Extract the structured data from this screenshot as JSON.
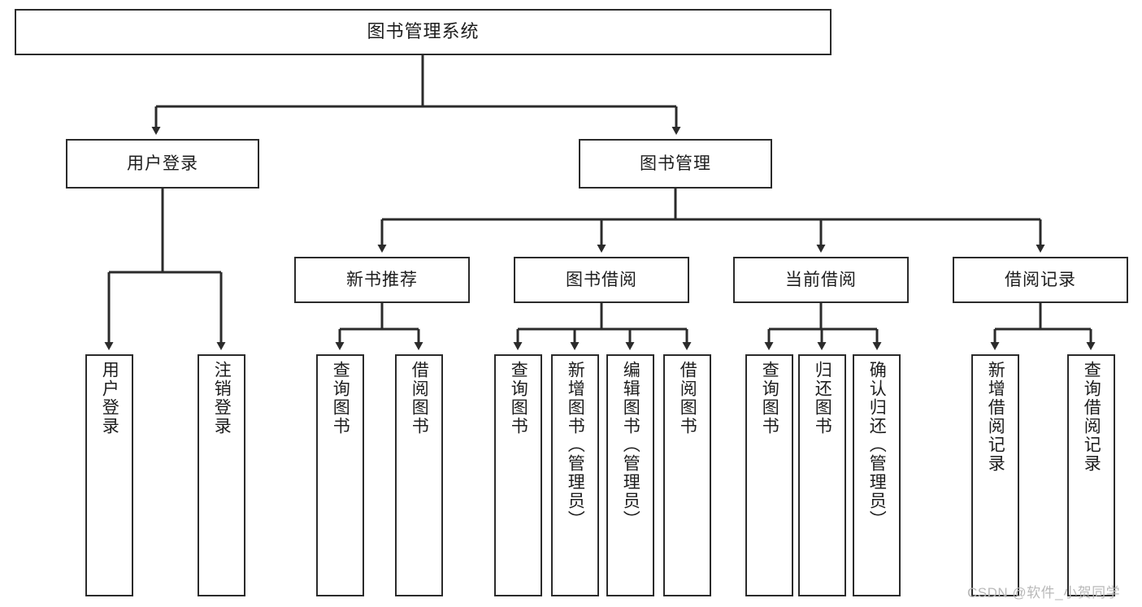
{
  "diagram": {
    "title": "图书管理系统",
    "type": "tree-hierarchy-chart",
    "watermark": "CSDN @软件_小贺同学",
    "colors": {
      "stroke": "#2b2b2b",
      "fill": "#ffffff",
      "text": "#1d1d1d",
      "watermark": "#b9b9b9"
    },
    "root": {
      "label": "图书管理系统"
    },
    "level2": [
      {
        "label": "用户登录"
      },
      {
        "label": "图书管理"
      }
    ],
    "level3": [
      {
        "label": "新书推荐"
      },
      {
        "label": "图书借阅"
      },
      {
        "label": "当前借阅"
      },
      {
        "label": "借阅记录"
      }
    ],
    "leaves": {
      "user_login": [
        {
          "label": "用户登录"
        },
        {
          "label": "注销登录"
        }
      ],
      "new_book_recommend": [
        {
          "label": "查询图书"
        },
        {
          "label": "借阅图书"
        }
      ],
      "book_borrow": [
        {
          "label": "查询图书"
        },
        {
          "label": "新增图书（管理员）"
        },
        {
          "label": "编辑图书（管理员）"
        },
        {
          "label": "借阅图书"
        }
      ],
      "current_borrow": [
        {
          "label": "查询图书"
        },
        {
          "label": "归还图书"
        },
        {
          "label": "确认归还（管理员）"
        }
      ],
      "borrow_records": [
        {
          "label": "新增借阅记录"
        },
        {
          "label": "查询借阅记录"
        }
      ]
    }
  }
}
